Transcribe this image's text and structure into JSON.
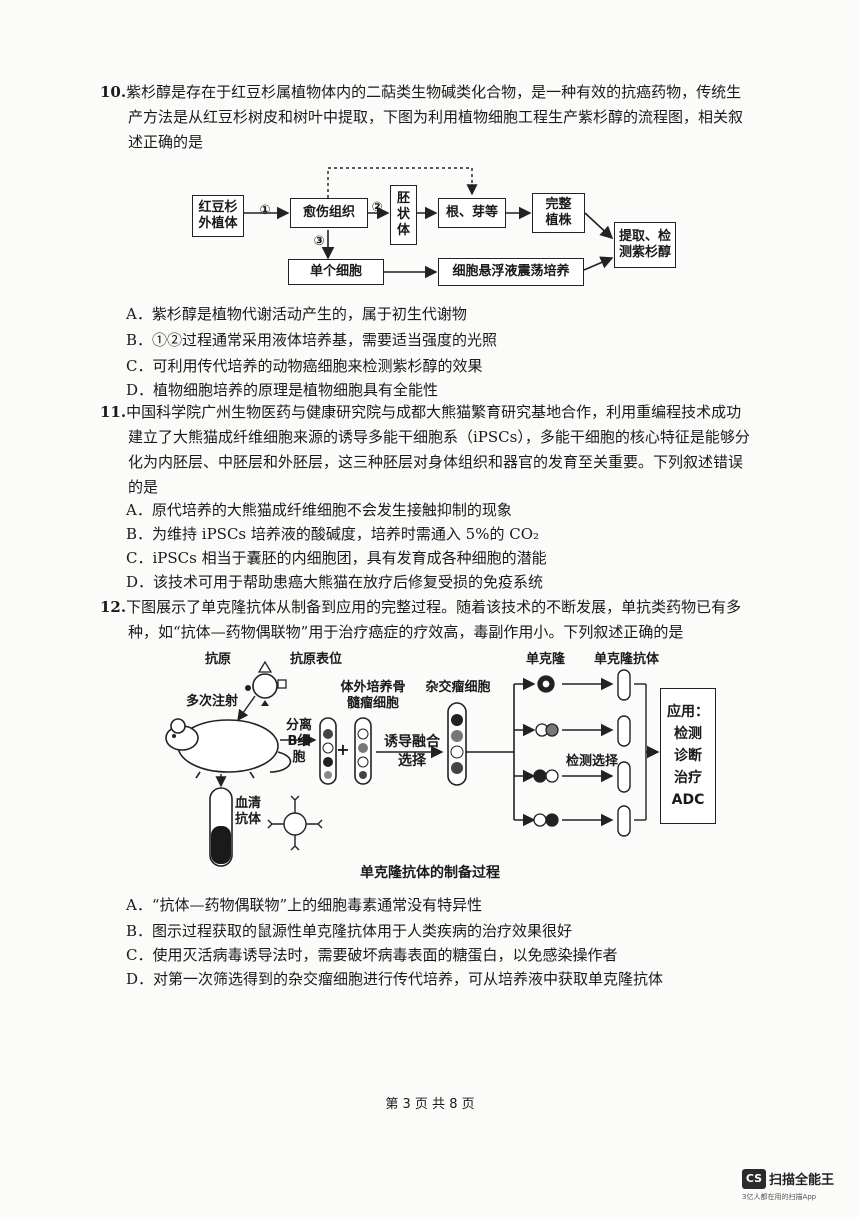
{
  "q10": {
    "number": "10.",
    "stem_line1": "紫杉醇是存在于红豆杉属植物体内的二萜类生物碱类化合物，是一种有效的抗癌药物，传统生",
    "stem_line2": "产方法是从红豆杉树皮和树叶中提取，下图为利用植物细胞工程生产紫杉醇的流程图，相关叙",
    "stem_line3": "述正确的是",
    "diagram": {
      "plant": "红豆杉外植体",
      "callus": "愈伤组织",
      "embryoid": "胚状体",
      "roots": "根、芽等",
      "whole_plant": "完整植株",
      "extract": "提取、检测紫杉醇",
      "single_cell": "单个细胞",
      "suspension": "细胞悬浮液震荡培养",
      "step1": "①",
      "step2": "②",
      "step3": "③"
    },
    "options": [
      "A．紫杉醇是植物代谢活动产生的，属于初生代谢物",
      "B．①②过程通常采用液体培养基，需要适当强度的光照",
      "C．可利用传代培养的动物癌细胞来检测紫杉醇的效果",
      "D．植物细胞培养的原理是植物细胞具有全能性"
    ]
  },
  "q11": {
    "number": "11.",
    "stem_line1": "中国科学院广州生物医药与健康研究院与成都大熊猫繁育研究基地合作，利用重编程技术成功",
    "stem_line2": "建立了大熊猫成纤维细胞来源的诱导多能干细胞系（iPSCs），多能干细胞的核心特征是能够分",
    "stem_line3": "化为内胚层、中胚层和外胚层，这三种胚层对身体组织和器官的发育至关重要。下列叙述错误",
    "stem_line4": "的是",
    "options": [
      "A．原代培养的大熊猫成纤维细胞不会发生接触抑制的现象",
      "B．为维持 iPSCs 培养液的酸碱度，培养时需通入 5%的 CO₂",
      "C．iPSCs 相当于囊胚的内细胞团，具有发育成各种细胞的潜能",
      "D．该技术可用于帮助患癌大熊猫在放疗后修复受损的免疫系统"
    ]
  },
  "q12": {
    "number": "12.",
    "stem_line1": "下图展示了单克隆抗体从制备到应用的完整过程。随着该技术的不断发展，单抗类药物已有多",
    "stem_line2": "种，如“抗体—药物偶联物”用于治疗癌症的疗效高，毒副作用小。下列叙述正确的是",
    "diagram": {
      "antigen": "抗原",
      "epitope": "抗原表位",
      "multi_injection": "多次注射",
      "separate_b": "分离B细胞",
      "myeloma": "体外培养骨髓瘤细胞",
      "plus": "+",
      "hybridoma": "杂交瘤细胞",
      "induce_fusion": "诱导融合选择",
      "monoclonal": "单克隆",
      "monoclonal_antibody": "单克隆抗体",
      "detect_select": "检测选择",
      "serum_antibody": "血清抗体",
      "application_title": "应用：",
      "application_items": [
        "检测",
        "诊断",
        "治疗",
        "ADC"
      ],
      "caption": "单克隆抗体的制备过程"
    },
    "options": [
      "A．“抗体—药物偶联物”上的细胞毒素通常没有特异性",
      "B．图示过程获取的鼠源性单克隆抗体用于人类疾病的治疗效果很好",
      "C．使用灭活病毒诱导法时，需要破坏病毒表面的糖蛋白，以免感染操作者",
      "D．对第一次筛选得到的杂交瘤细胞进行传代培养，可从培养液中获取单克隆抗体"
    ]
  },
  "footer": "第 3 页 共 8 页",
  "brand": {
    "logo": "CS",
    "name": "扫描全能王",
    "tagline": "3亿人都在用的扫描App"
  }
}
